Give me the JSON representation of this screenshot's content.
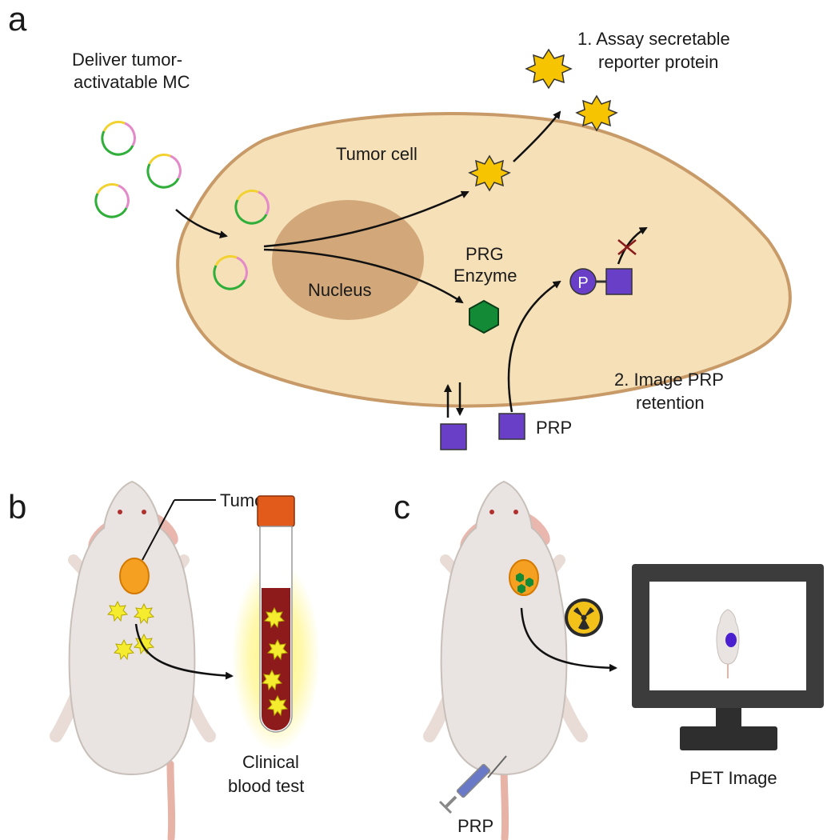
{
  "panels": {
    "a": "a",
    "b": "b",
    "c": "c"
  },
  "panel_a": {
    "deliver_line1": "Deliver tumor-",
    "deliver_line2": "activatable MC",
    "tumor_cell": "Tumor cell",
    "nucleus": "Nucleus",
    "prg_line1": "PRG",
    "prg_line2": "Enzyme",
    "assay_line1": "1. Assay secretable",
    "assay_line2": "reporter protein",
    "image_line1": "2. Image PRP",
    "image_line2": "retention",
    "prp": "PRP",
    "phosphate": "P"
  },
  "panel_b": {
    "tumor": "Tumor",
    "blood_line1": "Clinical",
    "blood_line2": "blood test"
  },
  "panel_c": {
    "pet": "PET Image",
    "prp": "PRP"
  },
  "colors": {
    "cell_fill": "#f6e0b8",
    "cell_stroke": "#c79a68",
    "nucleus": "#d2a87a",
    "reporter_star": "#f6c400",
    "enzyme": "#138a36",
    "prp_square": "#6a3fc7",
    "plasmid_yellow": "#f2d230",
    "plasmid_pink": "#e58ac9",
    "plasmid_green": "#2fae3a",
    "tumor_orange": "#f5a020",
    "blood": "#8e1b1b",
    "cap": "#e35b1b",
    "monitor": "#3c3c3c"
  }
}
